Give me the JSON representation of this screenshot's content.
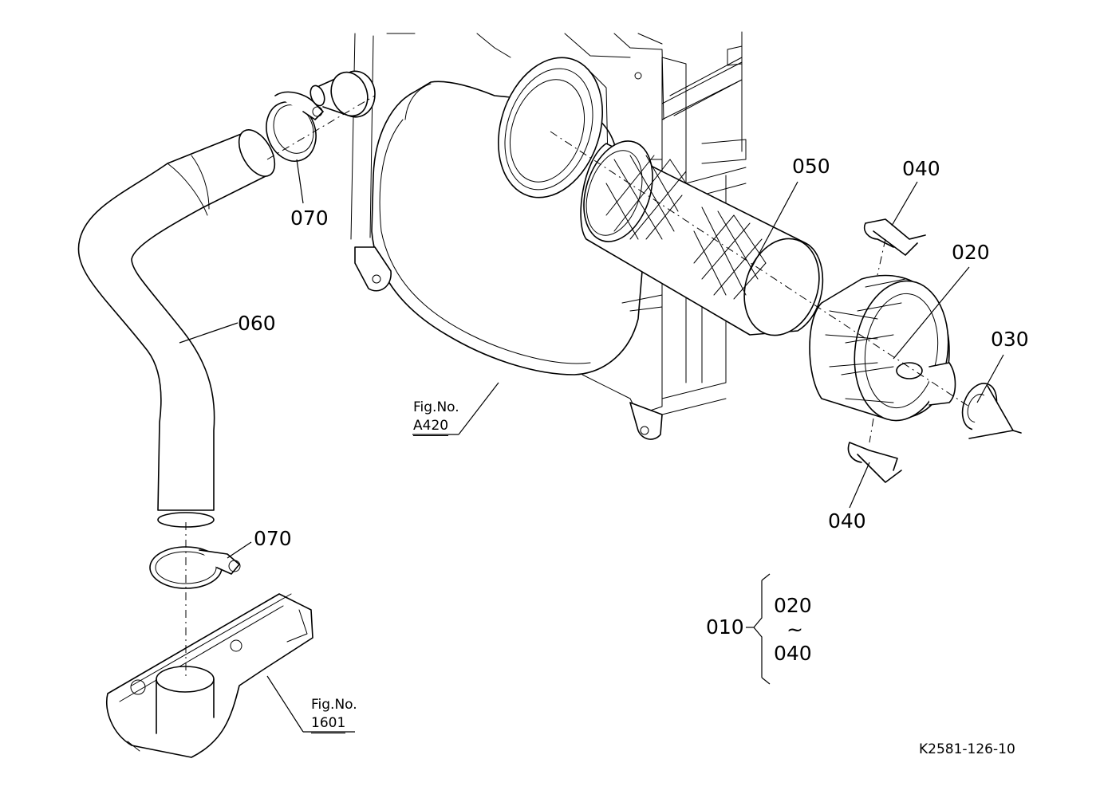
{
  "diagram": {
    "parts": [
      {
        "id": "p050",
        "label": "050"
      },
      {
        "id": "p040a",
        "label": "040"
      },
      {
        "id": "p020",
        "label": "020"
      },
      {
        "id": "p030",
        "label": "030"
      },
      {
        "id": "p040b",
        "label": "040"
      },
      {
        "id": "p060",
        "label": "060"
      },
      {
        "id": "p070a",
        "label": "070"
      },
      {
        "id": "p070b",
        "label": "070"
      }
    ],
    "references": [
      {
        "id": "a420",
        "prefix": "Fig.No.",
        "number": "A420"
      },
      {
        "id": "f1601",
        "prefix": "Fig.No.",
        "number": "1601"
      }
    ],
    "assembly": {
      "label": "010",
      "from": "020",
      "tilde": "~",
      "to": "040"
    },
    "drawing_code": "K2581-126-10"
  }
}
